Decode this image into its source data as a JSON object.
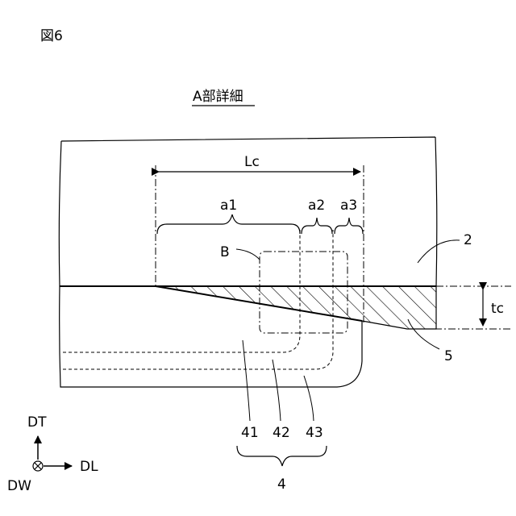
{
  "figure_label": "図6",
  "detail_title": "A部詳細",
  "dimensions": {
    "lc": "Lc",
    "a1": "a1",
    "a2": "a2",
    "a3": "a3",
    "tc": "tc"
  },
  "callouts": {
    "b": "B",
    "part_2": "2",
    "part_5": "5",
    "part_41": "41",
    "part_42": "42",
    "part_43": "43",
    "part_4": "4"
  },
  "axes": {
    "dt": "DT",
    "dl": "DL",
    "dw": "DW"
  }
}
